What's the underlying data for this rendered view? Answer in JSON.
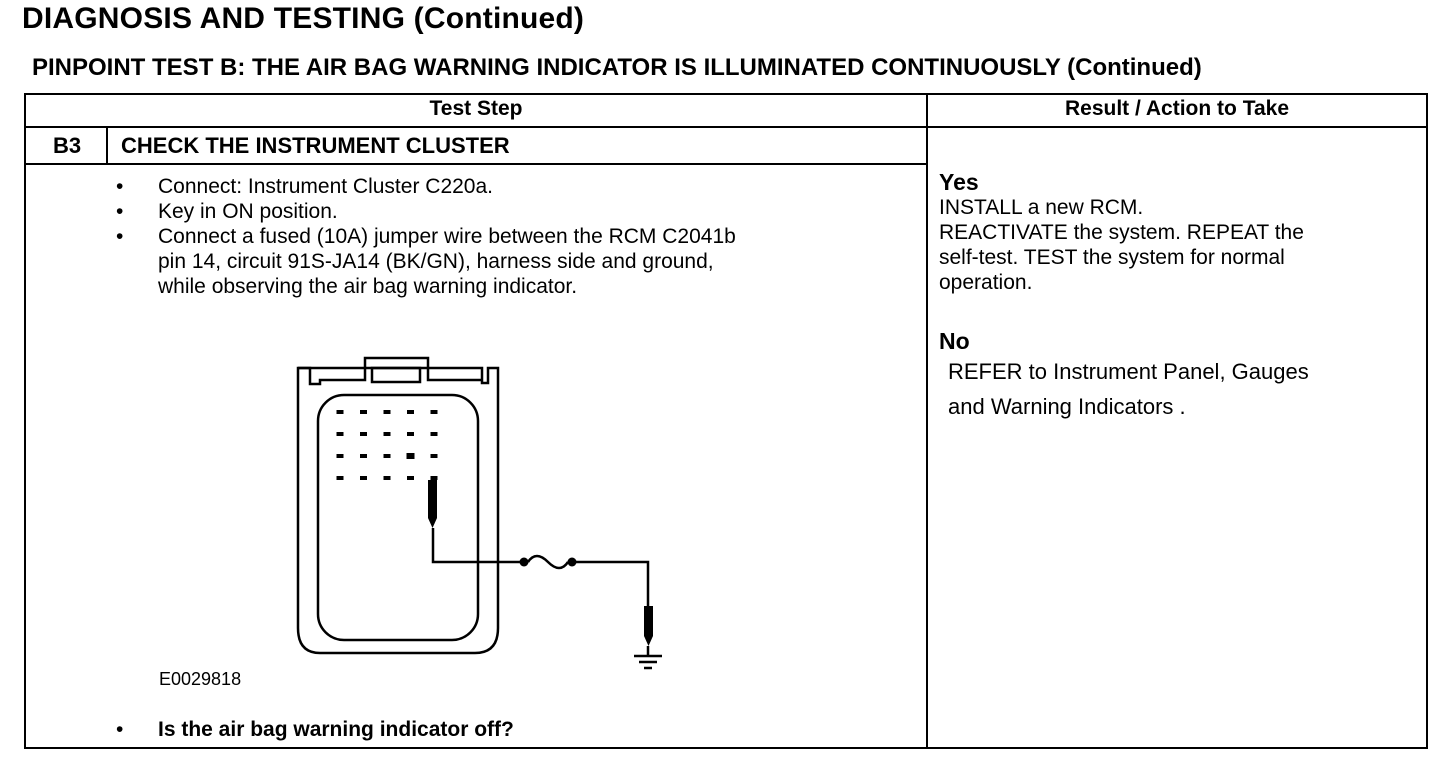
{
  "header": {
    "title": "DIAGNOSIS AND TESTING (Continued)",
    "subtitle": "PINPOINT TEST  B: THE AIR BAG WARNING INDICATOR IS ILLUMINATED CONTINUOUSLY (Continued)"
  },
  "table": {
    "col_test_step": "Test Step",
    "col_result": "Result / Action to Take",
    "step_id": "B3",
    "step_title": "CHECK THE INSTRUMENT CLUSTER",
    "bullets": [
      {
        "lines": [
          "Connect: Instrument Cluster C220a."
        ]
      },
      {
        "lines": [
          "Key in ON position."
        ]
      },
      {
        "lines": [
          "Connect a fused (10A) jumper wire between the RCM C2041b",
          "pin 14, circuit 91S-JA14 (BK/GN), harness side and ground,",
          "while observing the air bag warning indicator."
        ]
      }
    ],
    "bullet_glyph": "•",
    "figure_id": "E0029818",
    "question": "Is the air bag warning indicator off?",
    "yes": {
      "label": "Yes",
      "lines": [
        "INSTALL a new RCM.",
        "REACTIVATE the system. REPEAT the",
        "self-test. TEST the system for normal",
        "operation."
      ]
    },
    "no": {
      "label": "No",
      "lines": [
        "REFER to Instrument Panel, Gauges",
        "and Warning Indicators ."
      ]
    }
  },
  "connector_diagram": {
    "pin_rows": 4,
    "pin_cols": 5,
    "probed_pin": {
      "row": 3,
      "col": 4
    },
    "symbols": [
      "fuse",
      "ground"
    ]
  }
}
